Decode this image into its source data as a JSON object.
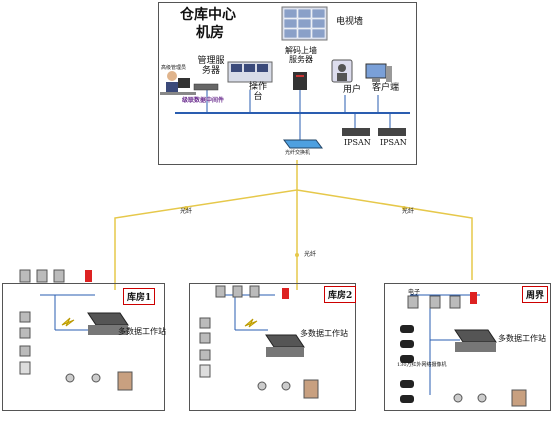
{
  "center": {
    "title_line1": "仓库中心",
    "title_line2": "机房",
    "tv_wall": "电视墙",
    "mgmt_server": "管理服务器",
    "decoder": "解码上墙服务器",
    "operator": "操作台",
    "user": "用户",
    "client": "客户端",
    "hq_mgmt": "高级管理员",
    "middleware": "级联数据中间件",
    "switch": "光纤交换机",
    "ipsan1": "IPSAN",
    "ipsan2": "IPSAN"
  },
  "links": {
    "fiber_left": "光纤",
    "fiber_mid": "光纤",
    "fiber_right": "光纤"
  },
  "warehouse1": {
    "tag": "库房1",
    "workstation": "多数据工作站"
  },
  "warehouse2": {
    "tag": "库房2",
    "workstation": "多数据工作站"
  },
  "perimeter": {
    "tag": "周界",
    "workstation": "多数据工作站",
    "camera_group": "130万红外网络摄像机",
    "device": "电子"
  },
  "colors": {
    "fiber": "#e6c84a",
    "accent_line": "#2a5db0",
    "tag_border": "#cc0000",
    "middleware_text": "#6b2d8f"
  }
}
